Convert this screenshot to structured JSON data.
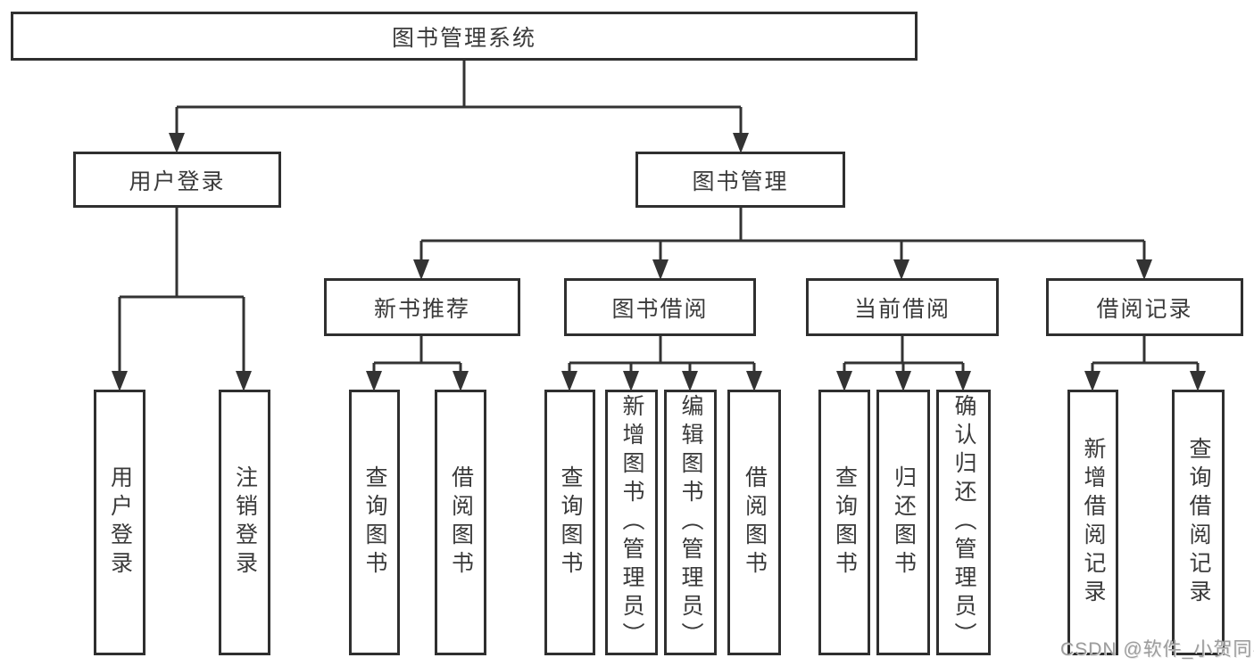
{
  "page": {
    "background": "#ffffff"
  },
  "colors": {
    "line": "#333333",
    "box_border": "#2f2f2f",
    "text": "#3a3a3a",
    "watermark": "#9c9c9c"
  },
  "tree": {
    "root": "图书管理系统",
    "branches": [
      {
        "label": "用户登录",
        "children": [
          {
            "label": "用户登录"
          },
          {
            "label": "注销登录"
          }
        ]
      },
      {
        "label": "图书管理",
        "children": [
          {
            "label": "新书推荐",
            "children": [
              {
                "label": "查询图书"
              },
              {
                "label": "借阅图书"
              }
            ]
          },
          {
            "label": "图书借阅",
            "children": [
              {
                "label": "查询图书"
              },
              {
                "label": "新增图书（管理员）"
              },
              {
                "label": "编辑图书（管理员）"
              },
              {
                "label": "借阅图书"
              }
            ]
          },
          {
            "label": "当前借阅",
            "children": [
              {
                "label": "查询图书"
              },
              {
                "label": "归还图书"
              },
              {
                "label": "确认归还（管理员）"
              }
            ]
          },
          {
            "label": "借阅记录",
            "children": [
              {
                "label": "新增借阅记录"
              },
              {
                "label": "查询借阅记录"
              }
            ]
          }
        ]
      }
    ]
  },
  "watermark": {
    "text": "CSDN @软件_小贺同学"
  }
}
